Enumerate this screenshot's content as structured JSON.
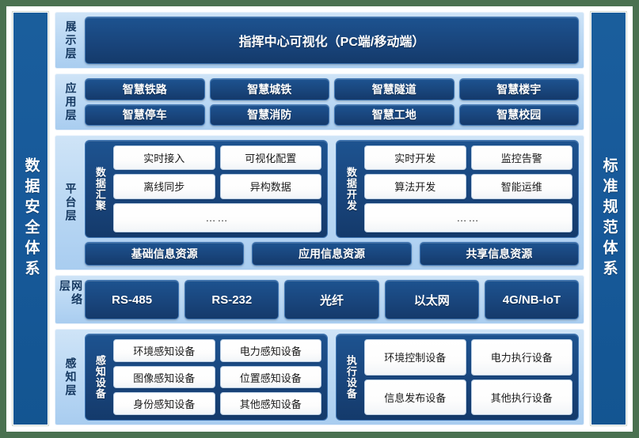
{
  "colors": {
    "page_border": "#4a7150",
    "pillar_blue": "#17599a",
    "chip_blue": "#19457c",
    "layer_bg": "#bcd9f4",
    "pill_white": "#ffffff"
  },
  "left_pillar": {
    "label": "数据安全体系"
  },
  "right_pillar": {
    "label": "标准规范体系"
  },
  "layers": {
    "presentation": {
      "label": "展示层",
      "banner": "指挥中心可视化（PC端/移动端）"
    },
    "application": {
      "label": "应用层",
      "row1": [
        "智慧铁路",
        "智慧城铁",
        "智慧隧道",
        "智慧楼宇"
      ],
      "row2": [
        "智慧停车",
        "智慧消防",
        "智慧工地",
        "智慧校园"
      ]
    },
    "platform": {
      "label": "平台层",
      "groups": [
        {
          "title": "数据汇聚",
          "row1": [
            "实时接入",
            "可视化配置"
          ],
          "row2": [
            "离线同步",
            "异构数据"
          ],
          "more": "……"
        },
        {
          "title": "数据开发",
          "row1": [
            "实时开发",
            "监控告警"
          ],
          "row2": [
            "算法开发",
            "智能运维"
          ],
          "more": "……"
        }
      ],
      "resources": [
        "基础信息资源",
        "应用信息资源",
        "共享信息资源"
      ]
    },
    "network": {
      "label": "网络层",
      "items": [
        "RS-485",
        "RS-232",
        "光纤",
        "以太网",
        "4G/NB-IoT"
      ]
    },
    "sensing": {
      "label": "感知层",
      "groups": [
        {
          "title": "感知设备",
          "row1": [
            "环境感知设备",
            "电力感知设备"
          ],
          "row2": [
            "图像感知设备",
            "位置感知设备"
          ],
          "row3": [
            "身份感知设备",
            "其他感知设备"
          ]
        },
        {
          "title": "执行设备",
          "row1": [
            "环境控制设备",
            "电力执行设备"
          ],
          "row2": [
            "信息发布设备",
            "其他执行设备"
          ]
        }
      ]
    }
  }
}
